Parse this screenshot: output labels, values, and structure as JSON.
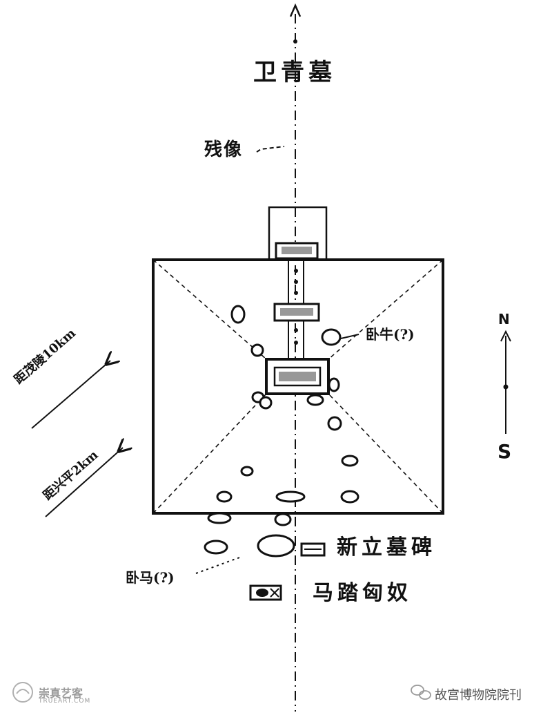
{
  "labels": {
    "top_tomb": "卫青墓",
    "ruined_statue": "残像",
    "lying_ox": "卧牛(?)",
    "new_stele": "新立墓碑",
    "lying_horse": "卧马(?)",
    "horse_trampling": "马踏匈奴",
    "dist_maoling": "距茂陵10km",
    "dist_xingping": "距兴平2km"
  },
  "compass": {
    "north": "N",
    "south": "S"
  },
  "watermark": {
    "left_cn": "崇真艺客",
    "left_en": "TRUEART.COM",
    "right": "故宫博物院院刊"
  },
  "colors": {
    "ink": "#111111",
    "paper": "#ffffff",
    "watermark": "#9a9a9a"
  }
}
